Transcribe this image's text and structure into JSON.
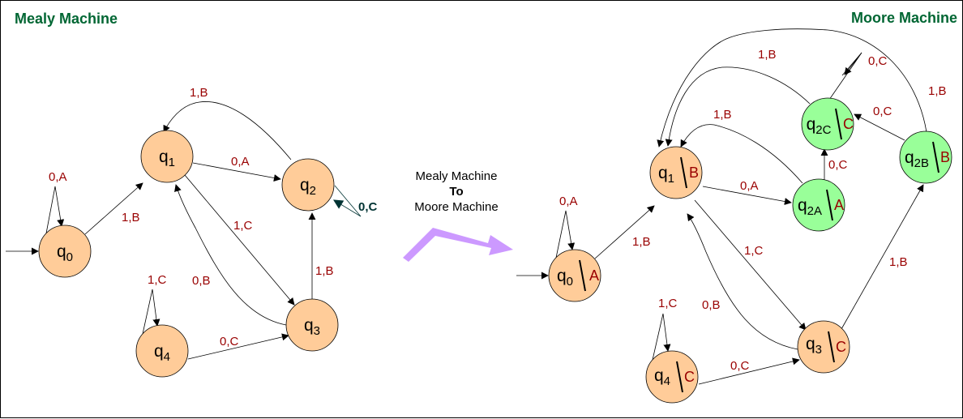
{
  "colors": {
    "title": "#006633",
    "edge_label": "#990000",
    "state_orange": "#FFCC99",
    "state_green": "#99FF99",
    "arrow_purple": "#CC99FF",
    "special_label": "#003333",
    "edge": "#000000"
  },
  "mealy": {
    "title": "Mealy Machine",
    "states": [
      {
        "id": "q0",
        "base": "q",
        "sub": "0",
        "start": true
      },
      {
        "id": "q1",
        "base": "q",
        "sub": "1"
      },
      {
        "id": "q2",
        "base": "q",
        "sub": "2"
      },
      {
        "id": "q3",
        "base": "q",
        "sub": "3"
      },
      {
        "id": "q4",
        "base": "q",
        "sub": "4"
      }
    ],
    "transitions": [
      {
        "from": "q0",
        "to": "q0",
        "label": "0,A"
      },
      {
        "from": "q0",
        "to": "q1",
        "label": "1,B"
      },
      {
        "from": "q1",
        "to": "q2",
        "label": "0,A"
      },
      {
        "from": "q1",
        "to": "q3",
        "label": "1,C"
      },
      {
        "from": "q2",
        "to": "q1",
        "label": "1,B"
      },
      {
        "from": "q2",
        "to": "q2",
        "label": "0,C"
      },
      {
        "from": "q3",
        "to": "q1",
        "label": "0,B"
      },
      {
        "from": "q3",
        "to": "q2",
        "label": "1,B"
      },
      {
        "from": "q4",
        "to": "q4",
        "label": "1,C"
      },
      {
        "from": "q4",
        "to": "q3",
        "label": "0,C"
      }
    ]
  },
  "conversion": {
    "line1": "Mealy Machine",
    "line2": "To",
    "line3": "Moore Machine"
  },
  "moore": {
    "title": "Moore Machine",
    "states": [
      {
        "id": "q0",
        "base": "q",
        "sub": "0",
        "output": "A",
        "start": true
      },
      {
        "id": "q1",
        "base": "q",
        "sub": "1",
        "output": "B"
      },
      {
        "id": "q2A",
        "base": "q",
        "sub": "2A",
        "output": "A"
      },
      {
        "id": "q2B",
        "base": "q",
        "sub": "2B",
        "output": "B"
      },
      {
        "id": "q2C",
        "base": "q",
        "sub": "2C",
        "output": "C"
      },
      {
        "id": "q3",
        "base": "q",
        "sub": "3",
        "output": "C"
      },
      {
        "id": "q4",
        "base": "q",
        "sub": "4",
        "output": "C"
      }
    ],
    "transitions": [
      {
        "from": "q0",
        "to": "q0",
        "label": "0,A"
      },
      {
        "from": "q0",
        "to": "q1",
        "label": "1,B"
      },
      {
        "from": "q1",
        "to": "q2A",
        "label": "0,A"
      },
      {
        "from": "q1",
        "to": "q3",
        "label": "1,C"
      },
      {
        "from": "q2A",
        "to": "q1",
        "label": "1,B"
      },
      {
        "from": "q2A",
        "to": "q2C",
        "label": "0,C"
      },
      {
        "from": "q2C",
        "to": "q1",
        "label": "1,B"
      },
      {
        "from": "q2C",
        "to": "q2C",
        "label": "0,C"
      },
      {
        "from": "q2B",
        "to": "q2C",
        "label": "0,C"
      },
      {
        "from": "q2B",
        "to": "q1",
        "label": "1,B"
      },
      {
        "from": "q3",
        "to": "q1",
        "label": "0,B"
      },
      {
        "from": "q3",
        "to": "q2B",
        "label": "1,B"
      },
      {
        "from": "q4",
        "to": "q4",
        "label": "1,C"
      },
      {
        "from": "q4",
        "to": "q3",
        "label": "0,C"
      }
    ]
  }
}
